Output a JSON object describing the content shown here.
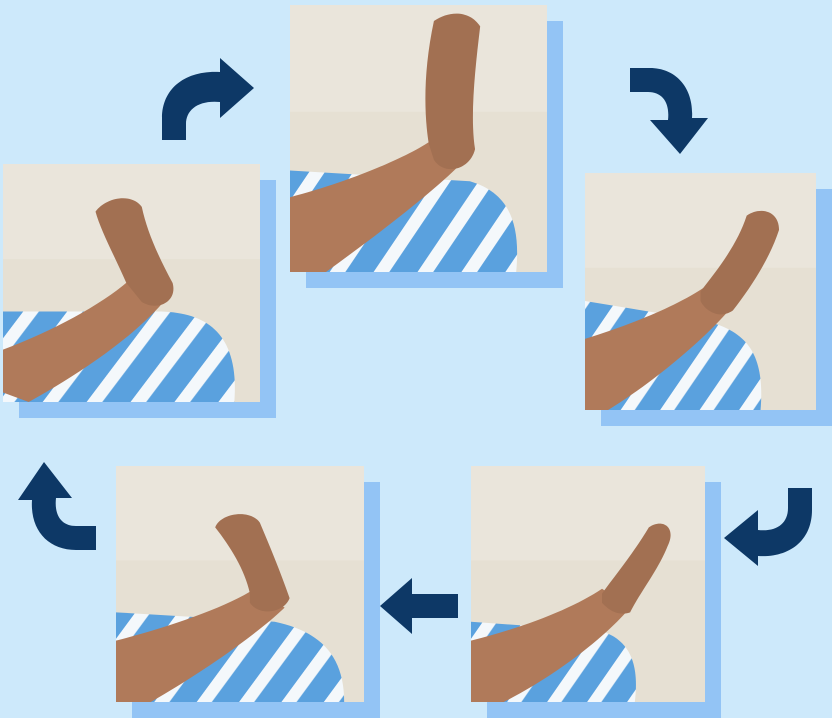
{
  "colors": {
    "background": "#cde9fb",
    "photo_shadow": "#93c4f5",
    "arrow": "#0d3866",
    "floor": "#e6e0d3",
    "skin": "#b07a5a",
    "towel_blue": "#5aa1de",
    "towel_white": "#f4f8fb"
  },
  "steps": [
    {
      "pose": "foot-up-inverted"
    },
    {
      "pose": "foot-up-neutral"
    },
    {
      "pose": "foot-up-everted"
    },
    {
      "pose": "foot-pointed-down"
    },
    {
      "pose": "foot-up-relaxed"
    }
  ],
  "arrows": [
    {
      "icon": "curved-arrow-right-icon"
    },
    {
      "icon": "curved-arrow-down-icon"
    },
    {
      "icon": "curved-arrow-down-left-icon"
    },
    {
      "icon": "arrow-left-icon"
    },
    {
      "icon": "curved-arrow-up-icon"
    }
  ]
}
